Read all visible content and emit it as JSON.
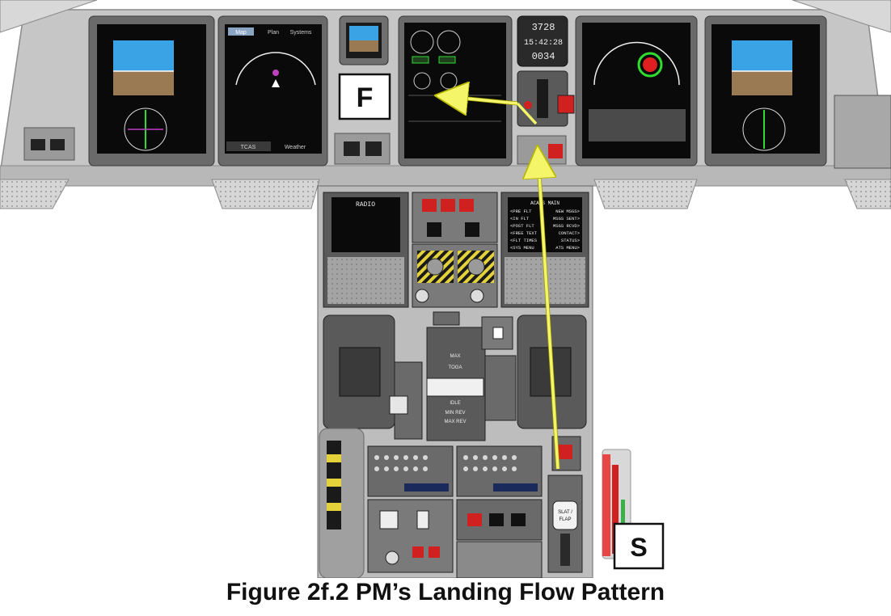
{
  "caption": "Figure 2f.2  PM’s Landing Flow Pattern",
  "markers": {
    "f": "F",
    "s": "S"
  },
  "clock": {
    "line1": "3728",
    "line2": "15:42:28",
    "line3": "0034"
  },
  "fms_left": {
    "page": "RADIO"
  },
  "fms_right": {
    "lines": [
      "<PRE FLT",
      "<IN FLT",
      "<POST FLT",
      "<FREE TEXT",
      "<FLT TIMES",
      "<SYS MENU"
    ],
    "right_lines": [
      "NEW MSGS>",
      "MSGS SENT>",
      "MSGS RCVD>",
      "CONTACT>",
      "STATUS>",
      "ATS MENU>"
    ],
    "header": "ACARS MAIN"
  },
  "throttle_labels": [
    "MAX",
    "TOGA",
    "IDLE",
    "MIN REV",
    "MAX REV"
  ],
  "slat_flap_label": [
    "SLAT /",
    "FLAP"
  ],
  "mfd_left_tabs": [
    "Map",
    "Plan",
    "Systems"
  ],
  "mfd_bottom_tabs": [
    "TCAS",
    "Weather"
  ],
  "colors": {
    "flow_arrow": "#f5f56a",
    "panel": "#c8c8c8",
    "panel_dark": "#5a5a5a",
    "screen": "#0c0c0c"
  }
}
